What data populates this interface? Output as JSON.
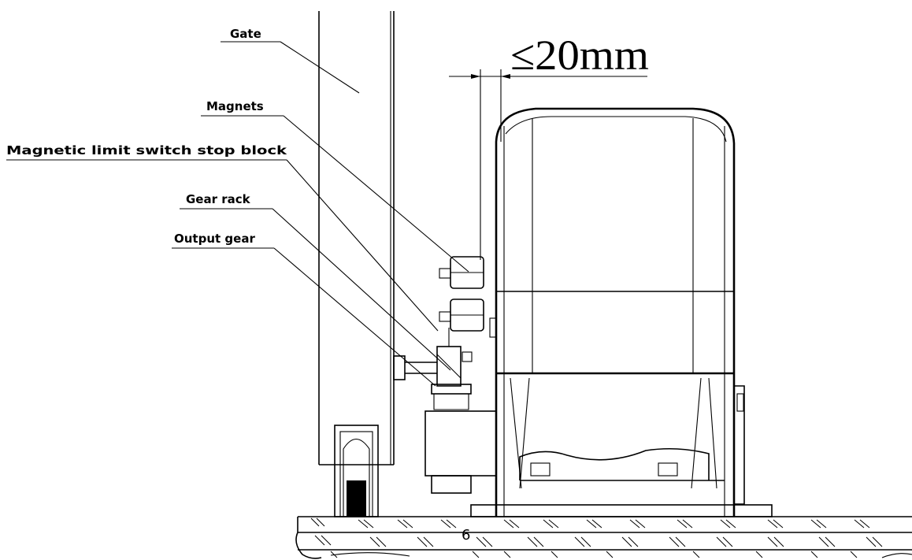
{
  "labels": {
    "gate": "Gate",
    "magnets": "Magnets",
    "stop_block": "Magnetic limit switch stop block",
    "gear_rack": "Gear rack",
    "output_gear": "Output gear"
  },
  "dimension": {
    "text": "≤20mm"
  },
  "page_number": "6"
}
